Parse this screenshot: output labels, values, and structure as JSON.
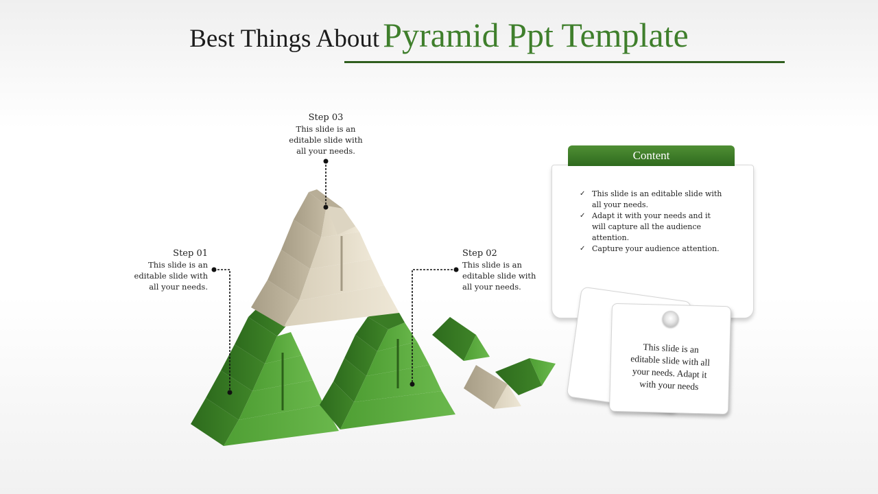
{
  "title": {
    "prefix": "Best Things About",
    "highlight": "Pyramid Ppt Template"
  },
  "steps": [
    {
      "heading": "Step 01",
      "body": [
        "This slide is an",
        "editable slide with",
        "all your needs."
      ]
    },
    {
      "heading": "Step 02",
      "body": [
        "This slide is an",
        "editable slide with",
        "all your needs."
      ]
    },
    {
      "heading": "Step 03",
      "body": [
        "This slide is an",
        "editable slide with",
        "all your needs."
      ]
    }
  ],
  "content_card": {
    "tab_label": "Content",
    "bullets": [
      [
        "This slide is an editable slide with",
        "all your needs."
      ],
      [
        "Adapt it with your needs and it",
        "will capture all the audience",
        "attention."
      ],
      [
        "Capture your audience attention."
      ]
    ],
    "check_glyph": "✓"
  },
  "sticky_note": {
    "lines": [
      "This slide is an",
      "editable slide with all",
      "your needs. Adapt it",
      "with your needs"
    ]
  },
  "colors": {
    "title_accent": "#3f7f2c",
    "rule": "#2f5e1e",
    "pyramid_green": "#4e9a34",
    "pyramid_tan": "#c9bfa8",
    "tab_green": "#3f7f2c"
  }
}
